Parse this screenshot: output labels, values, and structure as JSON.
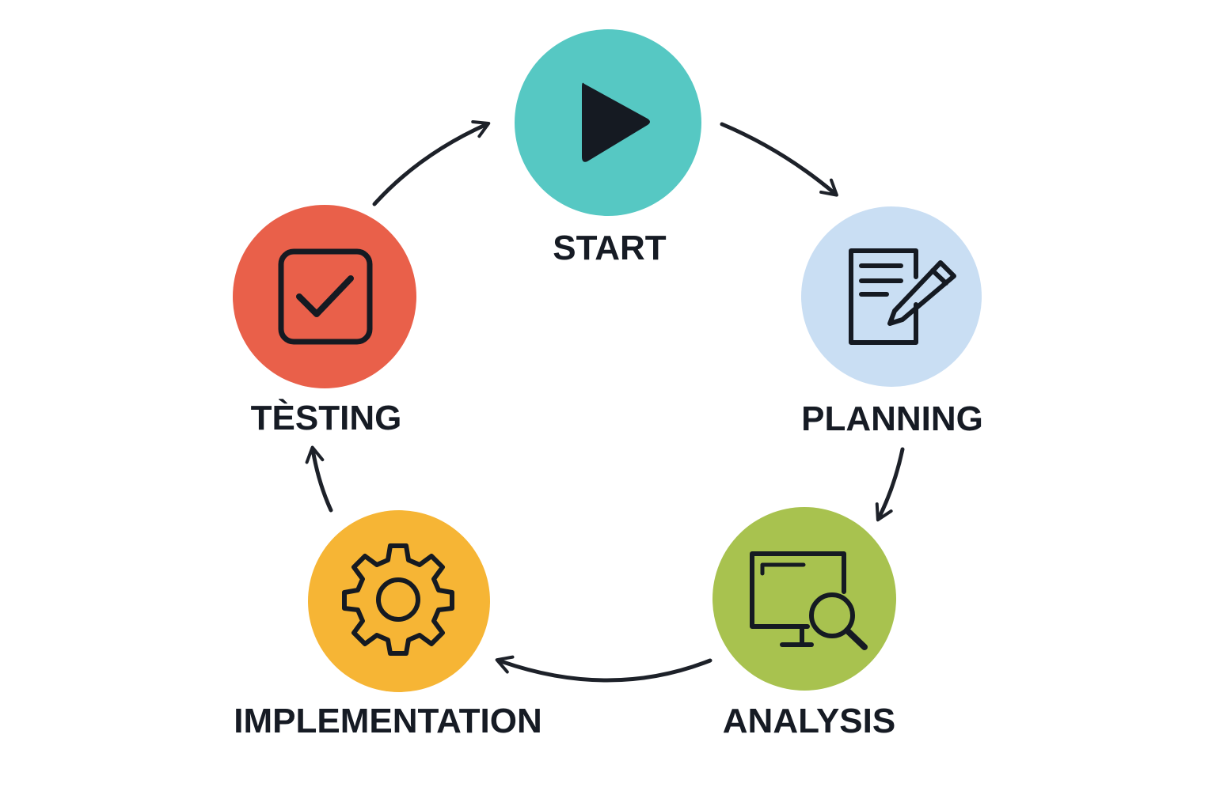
{
  "title": "Process cycle",
  "stages": [
    {
      "label": "START",
      "icon": "play-icon",
      "color": "#56c8c3"
    },
    {
      "label": "PLANNING",
      "icon": "document-pencil-icon",
      "color": "#c9def3"
    },
    {
      "label": "ANALYSIS",
      "icon": "monitor-magnifier-icon",
      "color": "#a8c24f"
    },
    {
      "label": "IMPLEMENTATION",
      "icon": "gear-icon",
      "color": "#f6b535"
    },
    {
      "label": "TÈSTING",
      "icon": "checkbox-icon",
      "color": "#e9604a"
    }
  ]
}
